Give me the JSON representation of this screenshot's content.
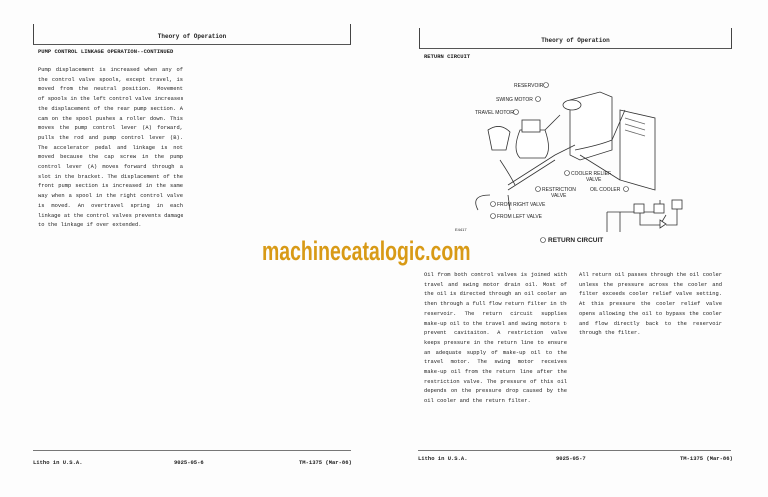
{
  "left_page": {
    "header_title": "Theory of Operation",
    "heading": "PUMP CONTROL LINKAGE OPERATION--CONTINUED",
    "body_lines": [
      "Pump displacement is increased when any of",
      "the control valve spools, except travel, is",
      "moved from the  neutral position.  Movement",
      "of spools in the left control valve increases",
      "the displacement of the rear pump section.  A",
      "cam on the spool pushes a roller down.  This",
      "moves  the pump control lever (A) forward,",
      "pulls the rod and pump control lever (B).",
      "The accelerator pedal and linkage is not",
      "moved because the cap screw in the pump",
      "control lever (A) moves forward through a",
      "slot in the bracket.  The displacement of the",
      "front pump section is increased in the same",
      "way when a spool in the right control valve",
      "is moved.  An overtravel spring in each",
      "linkage at the control valves prevents damage",
      "to the linkage if over extended."
    ],
    "footer": {
      "left": "Litho in U.S.A.",
      "center": "9025-05-6",
      "right": "TM-1375 (Mar-86)"
    }
  },
  "right_page": {
    "header_title": "Theory of Operation",
    "heading": "RETURN CIRCUIT",
    "diagram": {
      "labels": {
        "reservoir": "RESERVOIR",
        "swing_motor": "SWING MOTOR",
        "travel_motor": "TRAVEL MOTOR",
        "cooler_relief": "COOLER RELIEF",
        "cooler_relief2": "VALVE",
        "restriction": "RESTRICTION",
        "restriction2": "VALVE",
        "oil_cooler": "OIL COOLER",
        "from_right": "FROM RIGHT VALVE",
        "from_left": "FROM LEFT VALVE"
      },
      "ref_code": "E4417",
      "caption": "RETURN CIRCUIT"
    },
    "col1_lines": [
      "Oil from both control valves is joined with",
      "travel and swing motor drain oil.  Most of",
      "the oil is directed through an oil cooler and",
      "then through a full flow return filter in the",
      "reservoir.   The return circuit supplies",
      "make-up oil to the travel and swing motors to",
      "prevent cavitaiton.   A restriction valve",
      "keeps pressure in the return line to ensure",
      "an adequate supply of make-up oil to the",
      "travel motor.   The swing motor receives",
      "make-up oil from the return line after the",
      "restriction valve.  The pressure of this oil",
      "depends on the pressure drop caused by the",
      "oil cooler and the return filter."
    ],
    "col2_lines": [
      "All return oil passes through the oil cooler",
      "unless the pressure across the cooler and",
      "filter exceeds cooler relief valve setting.",
      "At this pressure the cooler relief valve",
      "opens allowing the oil to bypass the cooler",
      "and flow directly back to the reservoir",
      "through the filter."
    ],
    "footer": {
      "left": "Litho in U.S.A.",
      "center": "9025-05-7",
      "right": "TM-1375 (Mar-86)"
    }
  },
  "watermark": "machinecatalogic.com"
}
